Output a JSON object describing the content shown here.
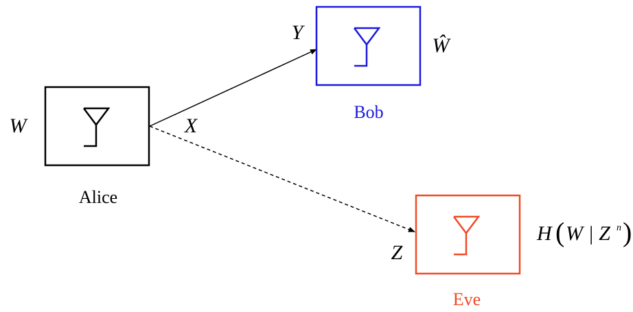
{
  "nodes": {
    "alice": {
      "name": "Alice",
      "input_symbol": "W",
      "output_symbol": "X",
      "color": "#000000"
    },
    "bob": {
      "name": "Bob",
      "input_symbol": "Y",
      "output_symbol": "Ŵ",
      "color": "#1a1adb"
    },
    "eve": {
      "name": "Eve",
      "input_symbol": "Z",
      "color": "#ef4a26",
      "equivocation": {
        "prefix": "H",
        "arg": "W | Z",
        "superscript": "n"
      }
    }
  },
  "edges": [
    {
      "from": "Alice",
      "to": "Bob",
      "style": "solid"
    },
    {
      "from": "Alice",
      "to": "Eve",
      "style": "dashed"
    }
  ]
}
